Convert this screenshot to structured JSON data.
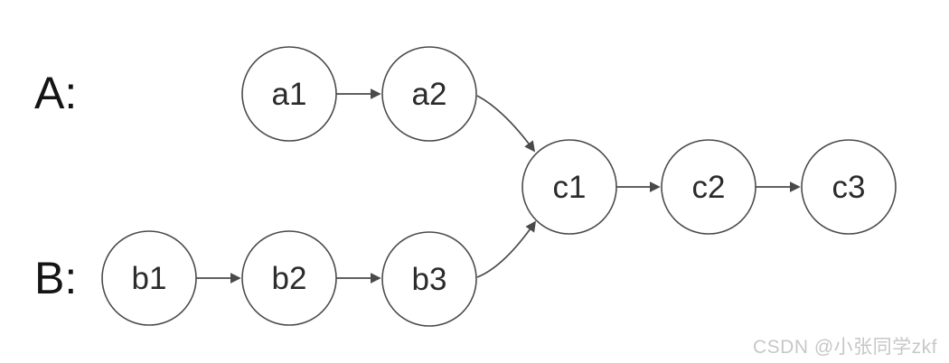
{
  "diagram": {
    "type": "linked-list-intersection",
    "list_a": {
      "label": "A:",
      "nodes_order": [
        "a1",
        "a2",
        "c1",
        "c2",
        "c3"
      ]
    },
    "list_b": {
      "label": "B:",
      "nodes_order": [
        "b1",
        "b2",
        "b3",
        "c1",
        "c2",
        "c3"
      ]
    },
    "nodes": {
      "a1": {
        "label": "a1"
      },
      "a2": {
        "label": "a2"
      },
      "b1": {
        "label": "b1"
      },
      "b2": {
        "label": "b2"
      },
      "b3": {
        "label": "b3"
      },
      "c1": {
        "label": "c1"
      },
      "c2": {
        "label": "c2"
      },
      "c3": {
        "label": "c3"
      }
    },
    "edges": [
      {
        "from": "a1",
        "to": "a2"
      },
      {
        "from": "a2",
        "to": "c1"
      },
      {
        "from": "b1",
        "to": "b2"
      },
      {
        "from": "b2",
        "to": "b3"
      },
      {
        "from": "b3",
        "to": "c1"
      },
      {
        "from": "c1",
        "to": "c2"
      },
      {
        "from": "c2",
        "to": "c3"
      }
    ],
    "intersection_node": "c1"
  },
  "watermark": {
    "text": "CSDN @小张同学zkf"
  },
  "colors": {
    "background": "#ffffff",
    "stroke": "#4a4a4a",
    "node_fill": "#ffffff",
    "node_text": "#2b2b2b",
    "label_text": "#141414",
    "watermark_text": "#c7c7c7"
  }
}
